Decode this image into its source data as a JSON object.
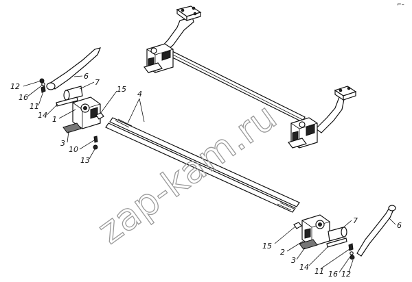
{
  "watermark": "zap-kam.ru",
  "callouts": {
    "left": [
      "12",
      "16",
      "11",
      "14",
      "1",
      "3",
      "10",
      "13",
      "6",
      "7",
      "15"
    ],
    "shaft": "4",
    "right": [
      "15",
      "2",
      "3",
      "14",
      "11",
      "16",
      "12",
      "7",
      "6"
    ]
  },
  "top_mark": "⌐–"
}
